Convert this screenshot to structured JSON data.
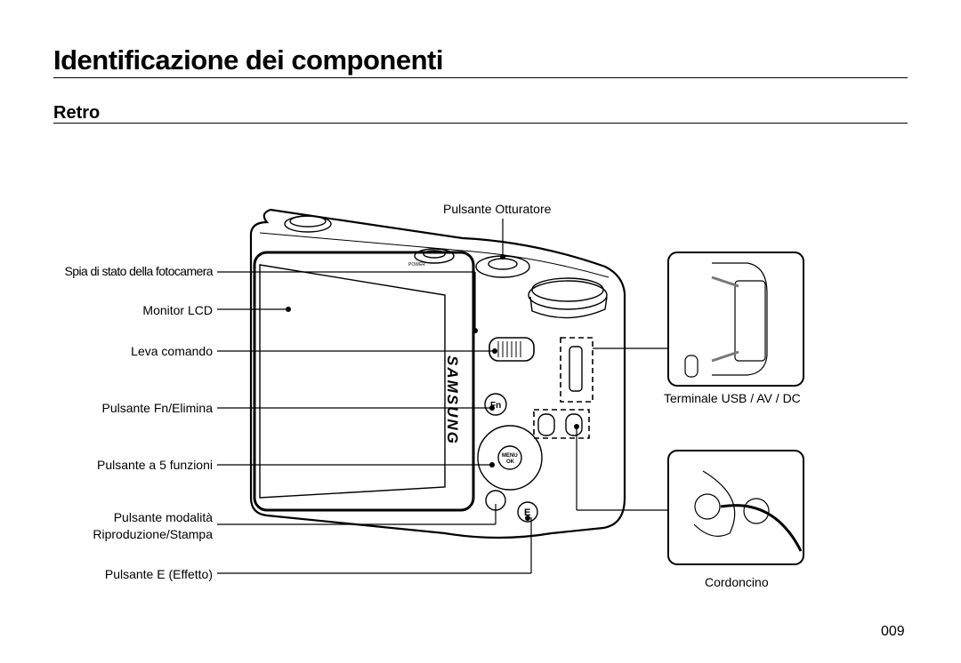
{
  "title": "Identificazione dei componenti",
  "section": "Retro",
  "labels": {
    "shutter": "Pulsante Otturatore",
    "status_lamp": "Spia di stato della fotocamera",
    "lcd": "Monitor LCD",
    "zoom_lever": "Leva comando",
    "fn_delete": "Pulsante Fn/Elimina",
    "five_way": "Pulsante a 5 funzioni",
    "playback_line1": "Pulsante modalità",
    "playback_line2": "Riproduzione/Stampa",
    "e_button": "Pulsante E (Effetto)",
    "usb_terminal": "Terminale USB / AV / DC",
    "strap": "Cordoncino"
  },
  "camera_marks": {
    "brand": "SAMSUNG",
    "power": "POWER",
    "fn": "Fn",
    "menu": "MENU",
    "ok": "OK",
    "e": "E"
  },
  "page_number": "009"
}
